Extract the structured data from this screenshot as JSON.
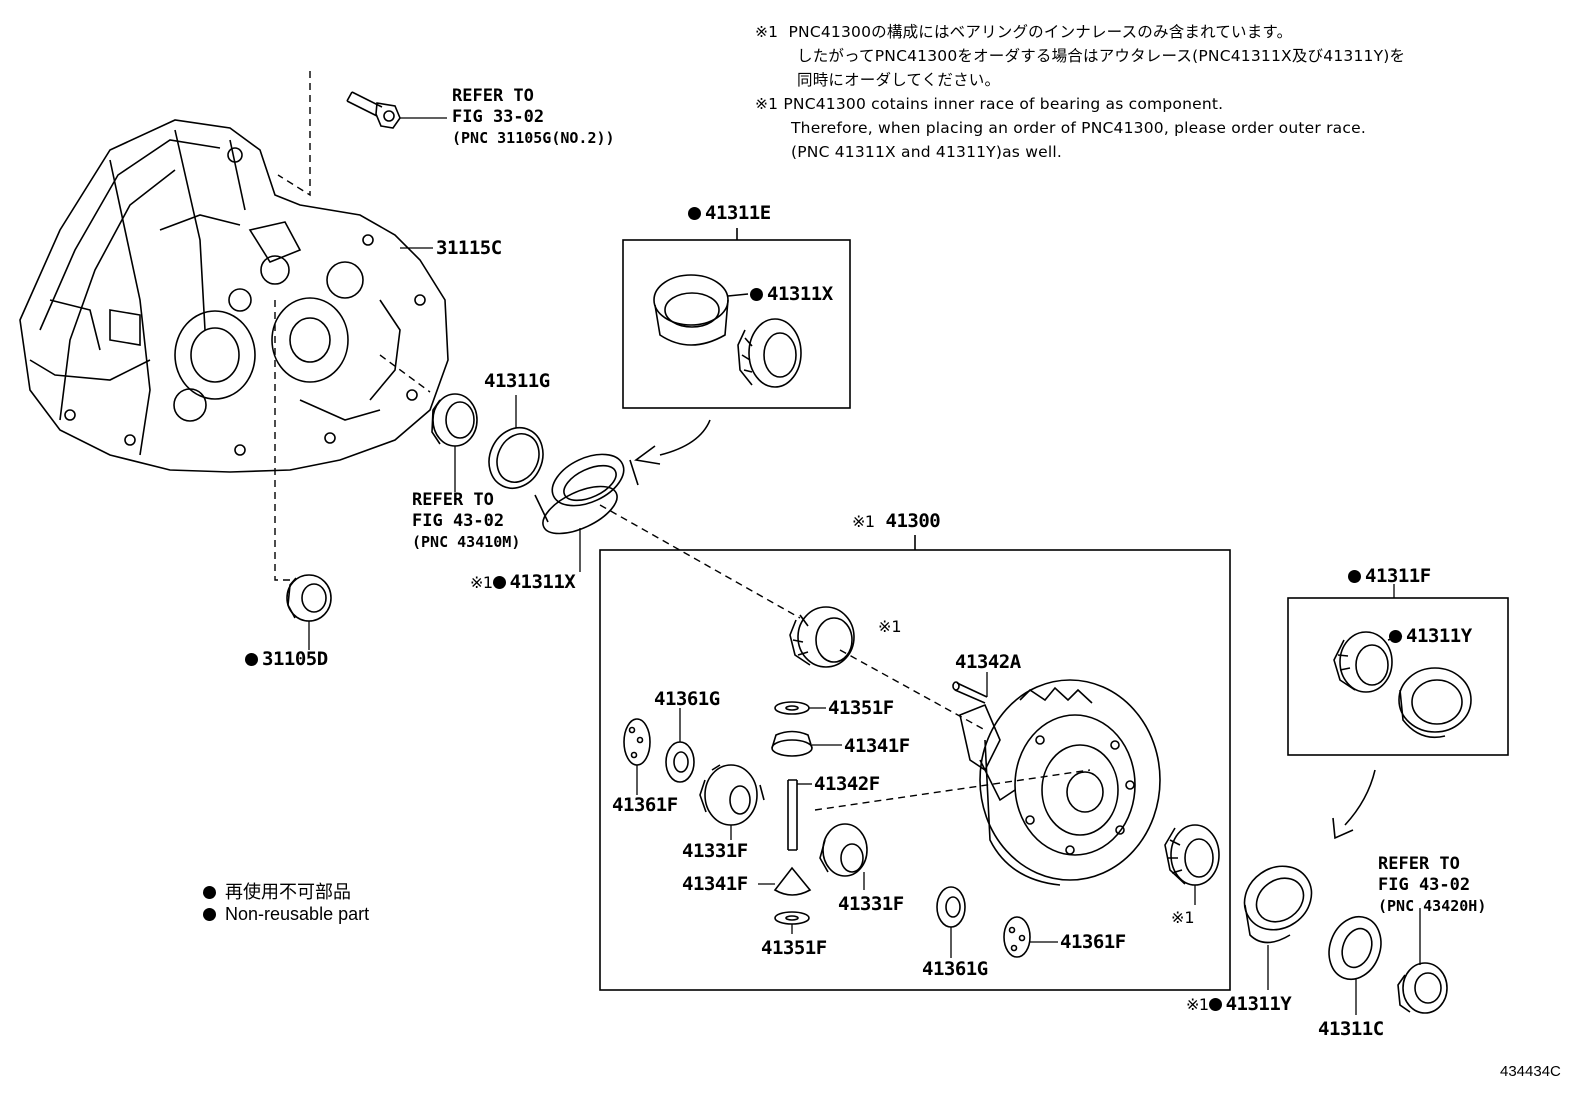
{
  "notes": {
    "jp_line1": "※1  PNC41300の構成にはベアリングのインナレースのみ含まれています。",
    "jp_line2": "したがってPNC41300をオーダする場合はアウタレース(PNC41311X及び41311Y)を",
    "jp_line3": "同時にオーダしてください。",
    "en_line1": "※1 PNC41300 cotains inner race of bearing as component.",
    "en_line2": "Therefore, when placing an order of PNC41300, please order outer race.",
    "en_line3": "(PNC 41311X and 41311Y)as well."
  },
  "references": {
    "ref_33_02": [
      "REFER TO",
      "FIG 33-02",
      "(PNC 31105G(NO.2))"
    ],
    "ref_43_02_left": [
      "REFER TO",
      "FIG 43-02",
      "(PNC 43410M)"
    ],
    "ref_43_02_right": [
      "REFER TO",
      "FIG 43-02",
      "(PNC 43420H)"
    ]
  },
  "marks": {
    "kome1": "※1"
  },
  "parts": {
    "p31115C": "31115C",
    "p31105D": "31105D",
    "p41311G": "41311G",
    "p41311X": "41311X",
    "p41311E": "41311E",
    "p41311X_box": "41311X",
    "p41300": "41300",
    "p41342A": "41342A",
    "p41361G_a": "41361G",
    "p41361F_a": "41361F",
    "p41351F_a": "41351F",
    "p41341F_a": "41341F",
    "p41342F": "41342F",
    "p41331F_a": "41331F",
    "p41341F_b": "41341F",
    "p41331F_b": "41331F",
    "p41351F_b": "41351F",
    "p41361G_b": "41361G",
    "p41361F_b": "41361F",
    "p41311F": "41311F",
    "p41311Y_box": "41311Y",
    "p41311Y": "41311Y",
    "p41311C": "41311C"
  },
  "legend": {
    "jp": "再使用不可部品",
    "en": "Non-reusable part"
  },
  "figure_number": "434434C"
}
